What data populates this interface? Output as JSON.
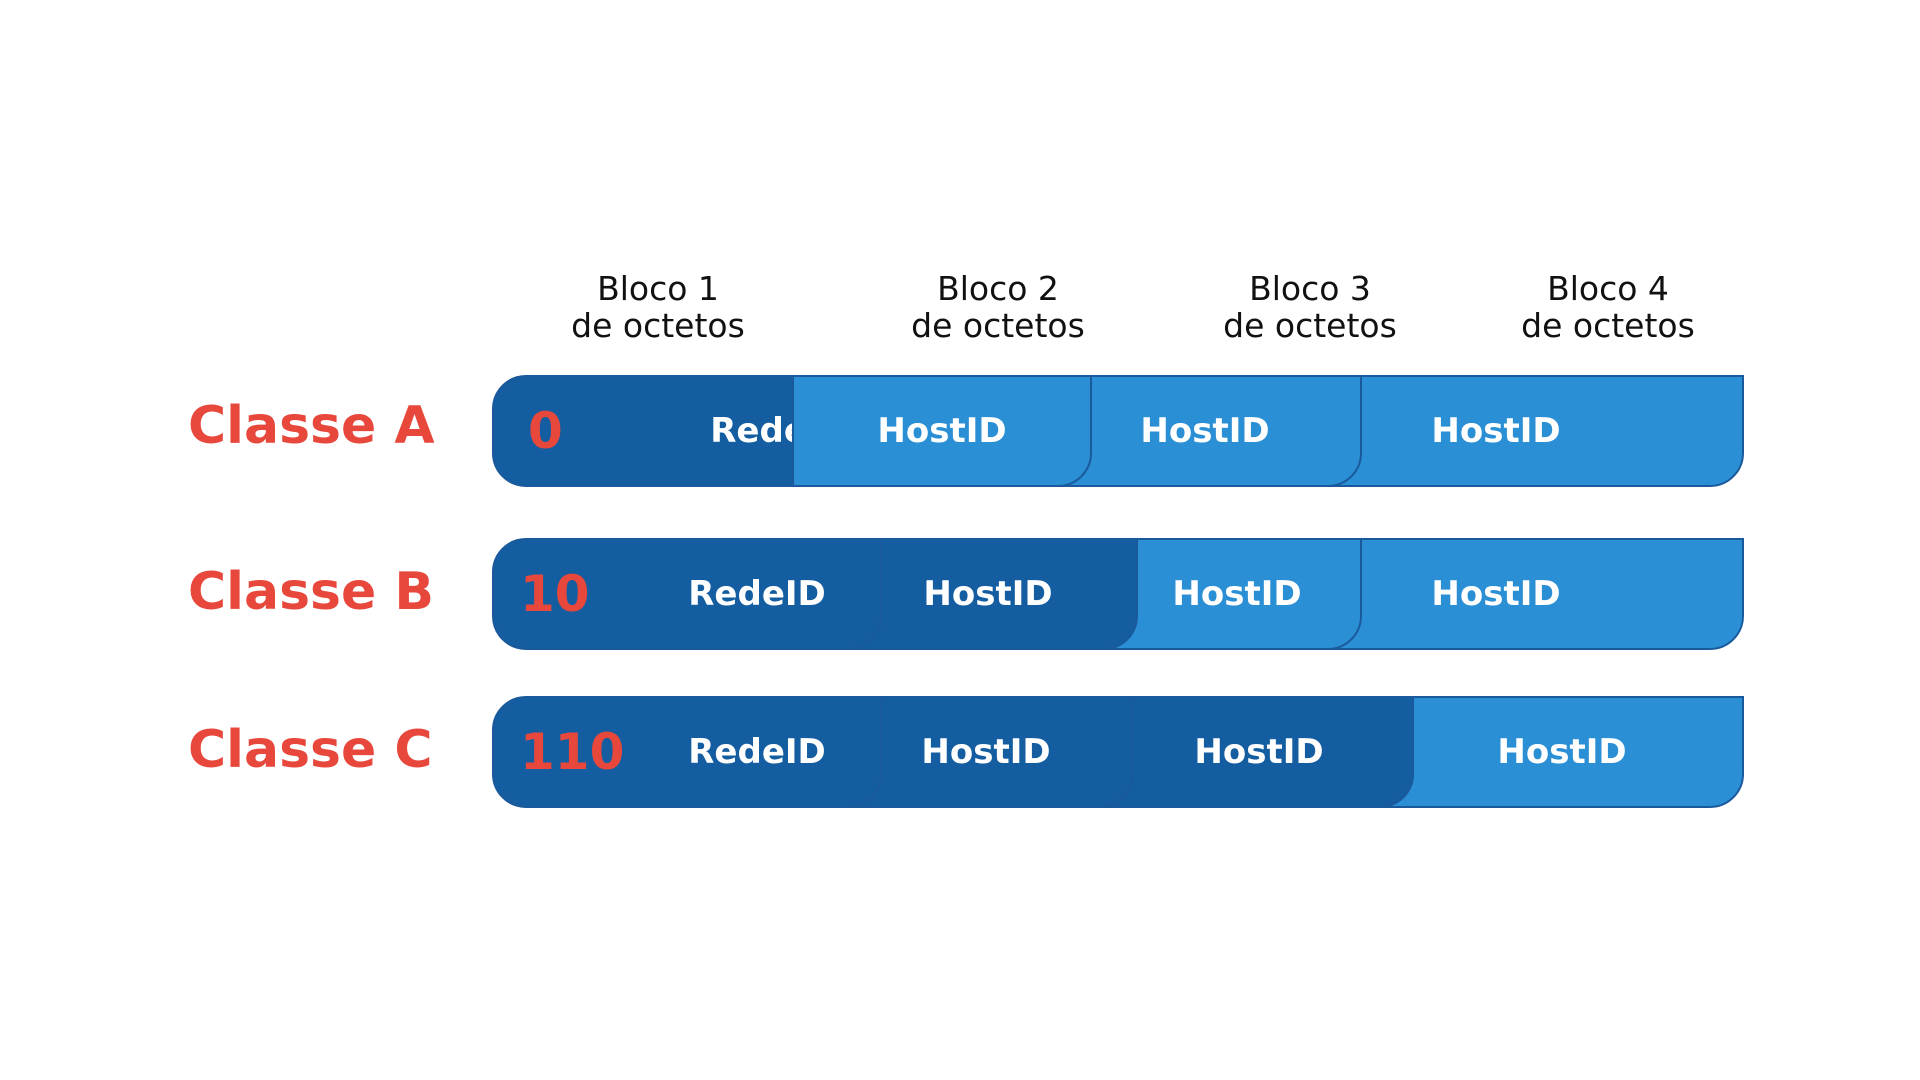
{
  "headers": [
    {
      "line1": "Bloco 1",
      "line2": "de octetos"
    },
    {
      "line1": "Bloco 2",
      "line2": "de octetos"
    },
    {
      "line1": "Bloco 3",
      "line2": "de octetos"
    },
    {
      "line1": "Bloco 4",
      "line2": "de octetos"
    }
  ],
  "rows": [
    {
      "class_label": "Classe A",
      "prefix": "0",
      "segments": [
        "RedeID",
        "HostID",
        "HostID",
        "HostID"
      ],
      "dark_count": 1
    },
    {
      "class_label": "Classe B",
      "prefix": "10",
      "segments": [
        "RedeID",
        "HostID",
        "HostID",
        "HostID"
      ],
      "dark_count": 2
    },
    {
      "class_label": "Classe C",
      "prefix": "110",
      "segments": [
        "RedeID",
        "HostID",
        "HostID",
        "HostID"
      ],
      "dark_count": 3
    }
  ],
  "colors": {
    "network_dark": "#135da0",
    "host_light": "#2a8fd4",
    "border": "#1a5a9c",
    "class_label": "#e8483c",
    "prefix": "#e8483c",
    "segment_text": "#ffffff"
  }
}
